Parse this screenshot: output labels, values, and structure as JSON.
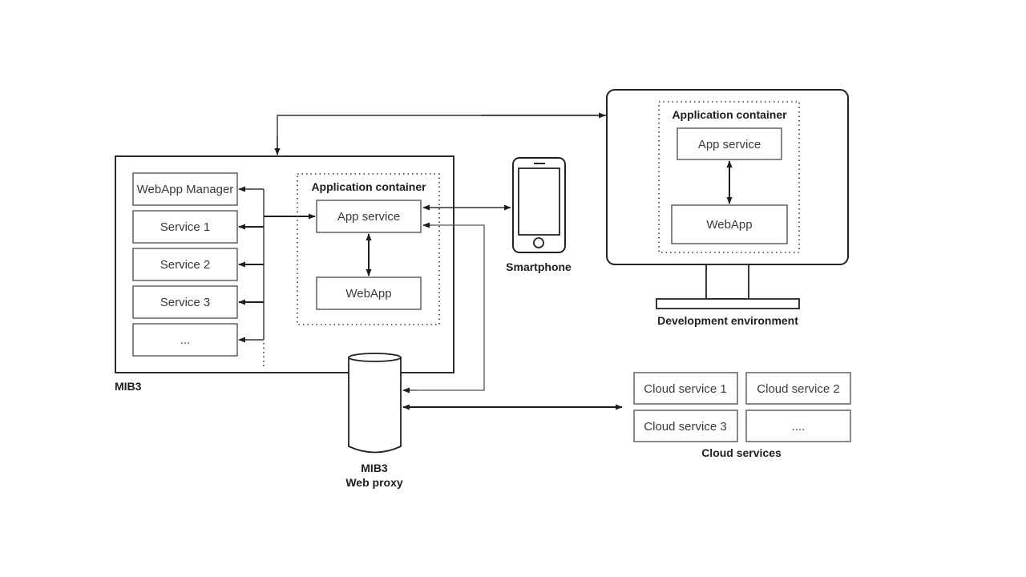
{
  "mib3": {
    "label": "MIB3",
    "services": [
      "WebApp Manager",
      "Service 1",
      "Service 2",
      "Service 3",
      "..."
    ],
    "app_container": {
      "title": "Application container",
      "app_service": "App service",
      "webapp": "WebApp"
    }
  },
  "smartphone": {
    "label": "Smartphone"
  },
  "dev_env": {
    "label": "Development environment",
    "app_container": {
      "title": "Application container",
      "app_service": "App service",
      "webapp": "WebApp"
    }
  },
  "web_proxy": {
    "label_line1": "MIB3",
    "label_line2": "Web proxy"
  },
  "cloud": {
    "label": "Cloud services",
    "services": [
      "Cloud service 1",
      "Cloud service 2",
      "Cloud service 3",
      "...."
    ]
  }
}
